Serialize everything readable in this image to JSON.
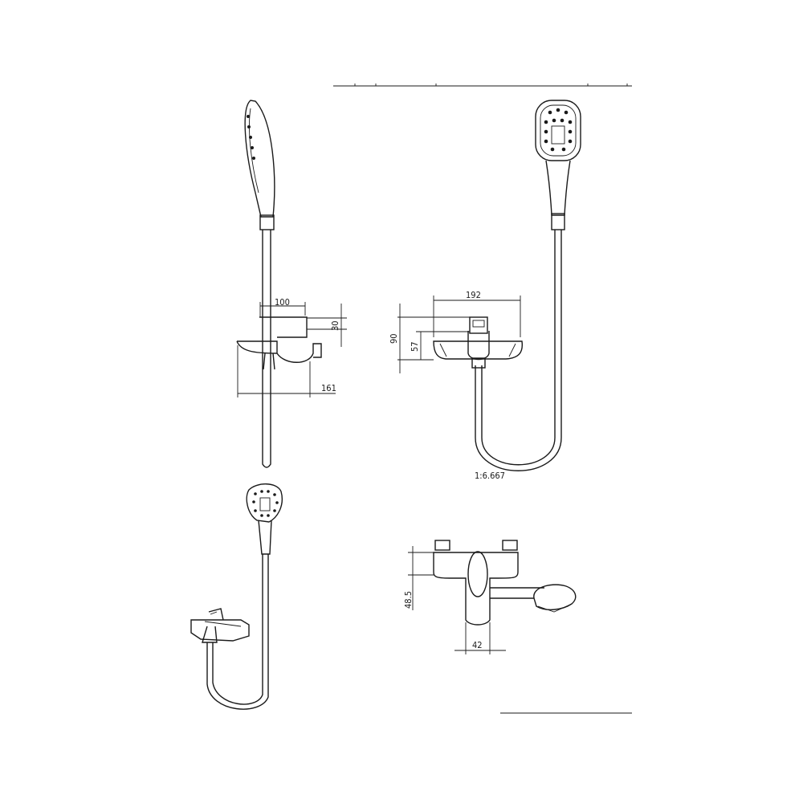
{
  "drawing": {
    "views": [
      "side-view",
      "front-view",
      "perspective-view",
      "top-view"
    ],
    "dimensions": {
      "side_width": "100",
      "side_lever_height": "30",
      "side_depth": "161",
      "front_width": "192",
      "front_height": "90",
      "front_spout_height": "57",
      "top_height": "48.5",
      "top_spout_width": "42"
    },
    "scale": "1:6.667",
    "line_color": "#1a1a1a",
    "background": "#ffffff"
  }
}
